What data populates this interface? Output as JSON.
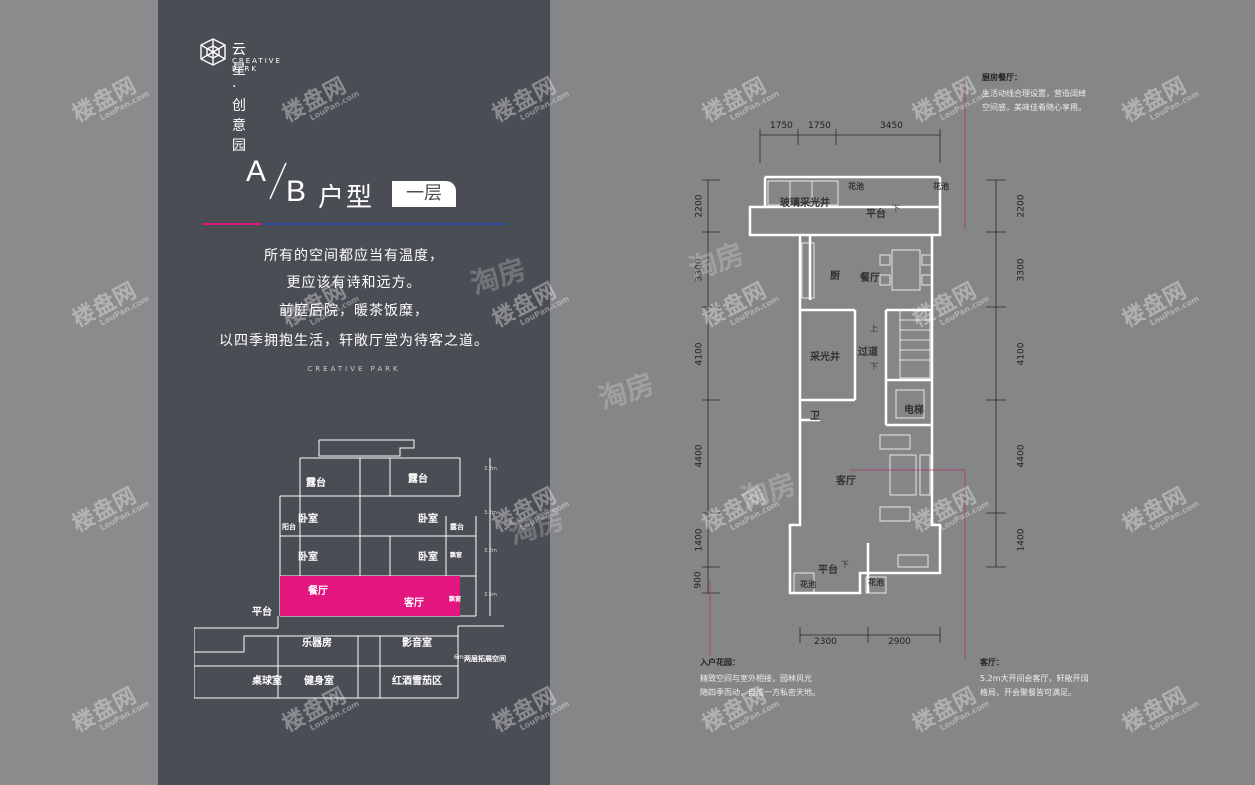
{
  "brand": {
    "name_cn": "云星·创意园",
    "name_en": "CREATIVE PARK"
  },
  "title": {
    "a": "A",
    "b": "B",
    "huxing": "户型",
    "floor_badge": "一层"
  },
  "intro": [
    "所有的空间都应当有温度，",
    "更应该有诗和远方。",
    "前庭后院，暖茶饭糜，",
    "以四季拥抱生活，轩敞厅堂为待客之道。"
  ],
  "intro_en": "CREATIVE PARK",
  "section": {
    "rooms": {
      "lutai_left": "露台",
      "lutai_right": "露台",
      "woshi_1": "卧室",
      "woshi_2": "卧室",
      "woshi_3": "卧室",
      "woshi_4": "卧室",
      "yangtai": "阳台",
      "lutai_small": "露台",
      "canting": "餐厅",
      "keting": "客厅",
      "pingtai": "平台",
      "yueqifang": "乐器房",
      "yingyinshi": "影音室",
      "zhuoqiushi": "桌球室",
      "jianshenshi": "健身室",
      "hongjiu": "红酒雪茄区",
      "kongjian_1": "飘窗",
      "kongjian_2": "飘窗"
    },
    "basement_note": "两层拓展空间",
    "basement_mark": "6m",
    "heights": [
      "3.2m",
      "3.2m",
      "3.2m",
      "3.5m"
    ]
  },
  "plan": {
    "dims_top": [
      "1750",
      "1750",
      "3450"
    ],
    "dims_bottom": [
      "2300",
      "2900"
    ],
    "dims_left": [
      "2200",
      "3300",
      "4100",
      "4400",
      "1400",
      "900"
    ],
    "dims_right": [
      "2200",
      "3300",
      "4100",
      "4400",
      "1400"
    ],
    "rooms": {
      "glass_well": "玻璃采光井",
      "huachi_1": "花池",
      "huachi_2": "花池",
      "pingtai_top": "平台",
      "xia_top": "下",
      "chu": "厨",
      "canting": "餐厅",
      "shang": "上",
      "caiguangjing": "采光井",
      "guodao": "过道",
      "xia_mid": "下",
      "wei": "卫",
      "dianti": "电梯",
      "keting": "客厅",
      "pingtai_bottom": "平台",
      "xia_bottom": "下",
      "huachi_3": "花池",
      "huachi_4": "花池"
    }
  },
  "notes": {
    "kitchen": {
      "title": "厨房餐厅：",
      "lines": [
        "生活动线合理设置，营造阔绰",
        "空间感，美味佳肴随心享用。"
      ]
    },
    "garden": {
      "title": "入户花园：",
      "lines": [
        "精致空间与室外相接，园林风光",
        "随四季而动，自成一方私密天地。"
      ]
    },
    "living": {
      "title": "客厅：",
      "lines": [
        "5.2m大开间会客厅，轩敞开阔",
        "格局，开会聚餐皆可满足。"
      ]
    }
  },
  "watermarks": {
    "loupan": "楼盘网",
    "loupan_en": "LouPan.com",
    "taofang": "淘房"
  },
  "colors": {
    "accent_pink": "#e3157f",
    "accent_blue": "#2b4b9a",
    "left_panel": "#4b4d55",
    "right_panel": "#858688"
  }
}
